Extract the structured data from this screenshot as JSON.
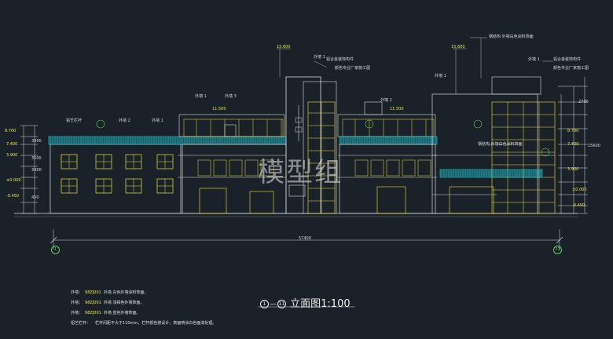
{
  "drawing": {
    "title_num_start": "1",
    "title_num_end": "11",
    "title_dash": "—",
    "title_text": "立面图1:100",
    "watermark": "模型组",
    "total_dim": "57400",
    "axis_left": "1",
    "axis_right": "11"
  },
  "notes": [
    {
      "label": "外墙：",
      "code": "98ZJ001",
      "text": "外墙  白色外墙涂料饰面。"
    },
    {
      "label": "外墙：",
      "code": "98ZJ001",
      "text": "外墙  浅褐色外墙饰面。"
    },
    {
      "label": "外墙：",
      "code": "98ZJ001",
      "text": "外墙  蓝色外墙饰面。"
    },
    {
      "label": "铝艺栏杆：",
      "code": "",
      "text": "栏杆间距不大于110mm，栏杆颜色按设计，表面喷涂白色面漆处理。"
    }
  ],
  "annotations": [
    {
      "id": "a1",
      "text": "铝艺栏杆",
      "cls": ""
    },
    {
      "id": "a2",
      "text": "外墙 2",
      "cls": ""
    },
    {
      "id": "a3",
      "text": "外墙 1",
      "cls": ""
    },
    {
      "id": "a4",
      "text": "外墙 1",
      "cls": ""
    },
    {
      "id": "a5",
      "text": "外墙 3",
      "cls": ""
    },
    {
      "id": "a6",
      "text": "外墙 1",
      "cls": ""
    },
    {
      "id": "a7",
      "text": "外墙 1",
      "cls": ""
    },
    {
      "id": "a8",
      "text": "外墙 1",
      "cls": ""
    },
    {
      "id": "a9",
      "text": "铝合金装饰构件",
      "cls": ""
    },
    {
      "id": "a10",
      "text": "铝合金装饰构件",
      "cls": ""
    },
    {
      "id": "a11",
      "text": "颜色专业厂家施工图",
      "cls": ""
    },
    {
      "id": "a12",
      "text": "颜色专业厂家施工图",
      "cls": ""
    },
    {
      "id": "a13",
      "text": "钢结构 外墙白色涂料饰面",
      "cls": ""
    },
    {
      "id": "a14",
      "text": "钢结构 外墙白色涂料饰面",
      "cls": ""
    },
    {
      "id": "a15",
      "text": "外墙 1",
      "cls": ""
    },
    {
      "id": "a16",
      "text": "15.600",
      "cls": "y"
    },
    {
      "id": "a17",
      "text": "15.600",
      "cls": "y"
    },
    {
      "id": "a18",
      "text": "11.500",
      "cls": "y"
    },
    {
      "id": "a19",
      "text": "11.500",
      "cls": "y"
    },
    {
      "id": "a20",
      "text": "8.700",
      "cls": "y"
    },
    {
      "id": "a21",
      "text": "8.700",
      "cls": "y"
    },
    {
      "id": "a22",
      "text": "7.400",
      "cls": "y"
    },
    {
      "id": "a23",
      "text": "7.400",
      "cls": "y"
    },
    {
      "id": "a24",
      "text": "3.900",
      "cls": "y"
    },
    {
      "id": "a25",
      "text": "3.900",
      "cls": "y"
    },
    {
      "id": "a26",
      "text": "±0.000",
      "cls": "y"
    },
    {
      "id": "a27",
      "text": "±0.000",
      "cls": "y"
    },
    {
      "id": "a28",
      "text": "-0.450",
      "cls": "y"
    },
    {
      "id": "a29",
      "text": "-0.450",
      "cls": "y"
    },
    {
      "id": "a30",
      "text": "3900",
      "cls": ""
    },
    {
      "id": "a31",
      "text": "3500",
      "cls": ""
    },
    {
      "id": "a32",
      "text": "3900",
      "cls": ""
    },
    {
      "id": "a33",
      "text": "2700",
      "cls": ""
    },
    {
      "id": "a34",
      "text": "450",
      "cls": ""
    },
    {
      "id": "a35",
      "text": "15600",
      "cls": ""
    }
  ]
}
